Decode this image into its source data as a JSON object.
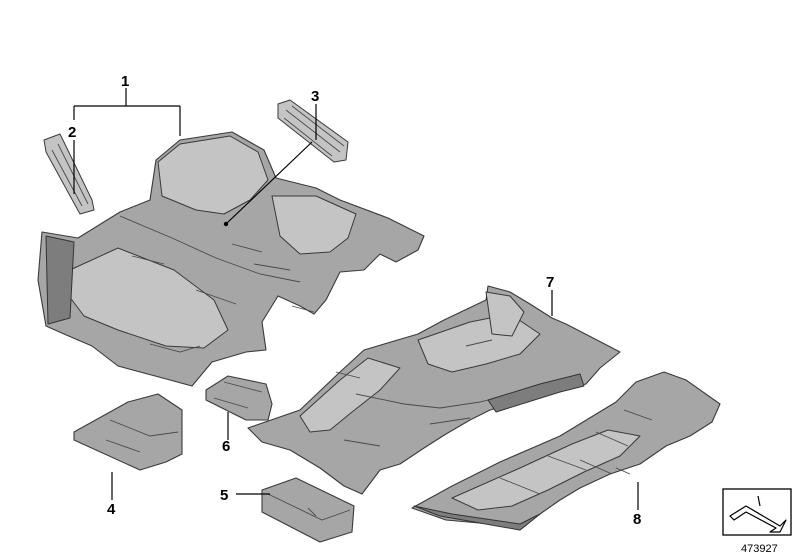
{
  "callouts": [
    {
      "id": "1",
      "label": "1"
    },
    {
      "id": "2",
      "label": "2"
    },
    {
      "id": "3",
      "label": "3"
    },
    {
      "id": "4",
      "label": "4"
    },
    {
      "id": "5",
      "label": "5"
    },
    {
      "id": "6",
      "label": "6"
    },
    {
      "id": "7",
      "label": "7"
    },
    {
      "id": "8",
      "label": "8"
    }
  ],
  "reference_number": "473927",
  "colors": {
    "part": "#a6a6a6",
    "outline": "#3a3a3a",
    "background": "#ffffff"
  }
}
